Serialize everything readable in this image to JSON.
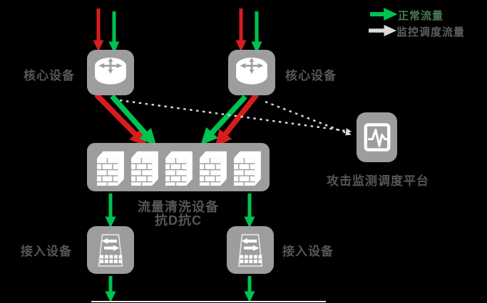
{
  "legend": {
    "items": [
      {
        "name": "normal-traffic",
        "label": "正常流量",
        "arrow_color": "#00c251"
      },
      {
        "name": "monitor-dispatch-traffic",
        "label": "监控调度流量",
        "arrow_color": "#dadada"
      }
    ]
  },
  "nodes": {
    "core_left": {
      "label": "核心设备",
      "icon": "router-icon"
    },
    "core_right": {
      "label": "核心设备",
      "icon": "router-icon"
    },
    "cleaning": {
      "label_line1": "流量清洗设备",
      "label_line2": "抗D抗C",
      "icon": "firewall-icon",
      "icon_count": 5
    },
    "monitor": {
      "label": "攻击监测调度平台",
      "icon": "pulse-monitor-icon"
    },
    "access_left": {
      "label": "接入设备",
      "icon": "switch-icon"
    },
    "access_right": {
      "label": "接入设备",
      "icon": "switch-icon"
    }
  },
  "colors": {
    "background": "#000000",
    "normal_traffic_green": "#00c251",
    "attack_traffic_red": "#d91c1c",
    "monitor_flow_dashed": "#d6d6d6",
    "device_tile_gray": "#9d9d9d",
    "device_icon_white": "#ffffff",
    "label_text_gray": "#565656"
  }
}
